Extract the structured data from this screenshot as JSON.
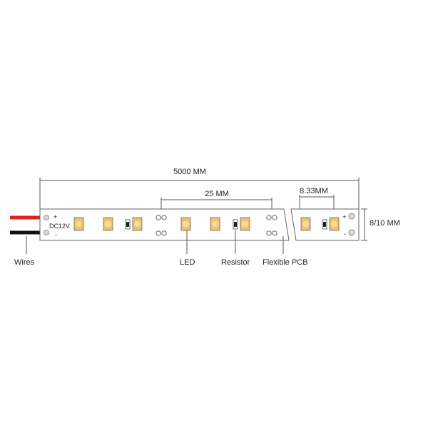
{
  "dimensions": {
    "total_length": "5000 MM",
    "cut_segment": "25 MM",
    "led_pitch": "8.33MM",
    "strip_width": "8/10 MM"
  },
  "labels": {
    "voltage": "DC12V",
    "plus": "+",
    "minus": "-",
    "wires": "Wires",
    "led": "LED",
    "resistor": "Resistor",
    "pcb": "Flexible PCB"
  },
  "colors": {
    "positive_wire": "#e0231e",
    "negative_wire": "#111111",
    "led_fill": "#f3c06a",
    "led_core": "#f6dc9a",
    "pad": "#d9d9d9",
    "line": "#555555"
  },
  "icons": [
    "solder-pad-icon",
    "smd-led-icon",
    "resistor-icon"
  ]
}
